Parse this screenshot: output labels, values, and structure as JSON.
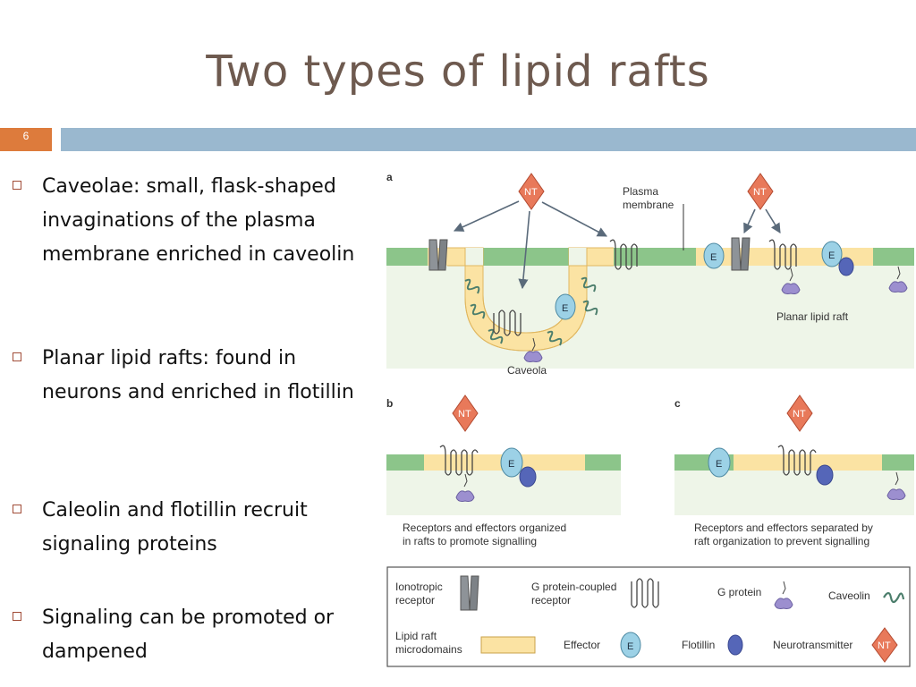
{
  "slide": {
    "title": "Two types of lipid rafts",
    "number": "6",
    "accent": "#dd7b3c",
    "bar_color": "#9ab8cf",
    "title_color": "#6e5a4f"
  },
  "bullets": [
    {
      "text": "Caveolae: small, flask-shaped invaginations of the plasma membrane enriched in caveolin"
    },
    {
      "text": "Planar lipid rafts: found in neurons and enriched in flotillin"
    },
    {
      "text": "Caleolin and flotillin recruit signaling proteins"
    },
    {
      "text": "Signaling can be promoted or dampened"
    }
  ],
  "figure": {
    "panel_a": {
      "letter": "a",
      "plasma_membrane_label_1": "Plasma",
      "plasma_membrane_label_2": "membrane",
      "caveola_label": "Caveola",
      "planar_raft_label": "Planar lipid raft",
      "nt_label": "NT",
      "effector_label": "E"
    },
    "panel_b": {
      "letter": "b",
      "caption_1": "Receptors and effectors organized",
      "caption_2": "in rafts to promote signalling"
    },
    "panel_c": {
      "letter": "c",
      "caption_1": "Receptors and effectors separated by",
      "caption_2": "raft organization to prevent signalling"
    },
    "legend": {
      "ionotropic_1": "Ionotropic",
      "ionotropic_2": "receptor",
      "gpcr_1": "G protein-coupled",
      "gpcr_2": "receptor",
      "g_protein": "G protein",
      "caveolin": "Caveolin",
      "raft_1": "Lipid raft",
      "raft_2": "microdomains",
      "effector": "Effector",
      "flotillin": "Flotillin",
      "neurotransmitter": "Neurotransmitter"
    },
    "colors": {
      "membrane_green": "#8cc58a",
      "raft_yellow": "#fbe3a3",
      "cytoplasm": "#eef5e8",
      "nt_fill": "#e8795a",
      "effector_fill": "#9cd1e6",
      "flotillin_fill": "#5566b8",
      "gprotein_fill": "#9c8fcf",
      "caveolin_color": "#4c7e6c"
    }
  }
}
